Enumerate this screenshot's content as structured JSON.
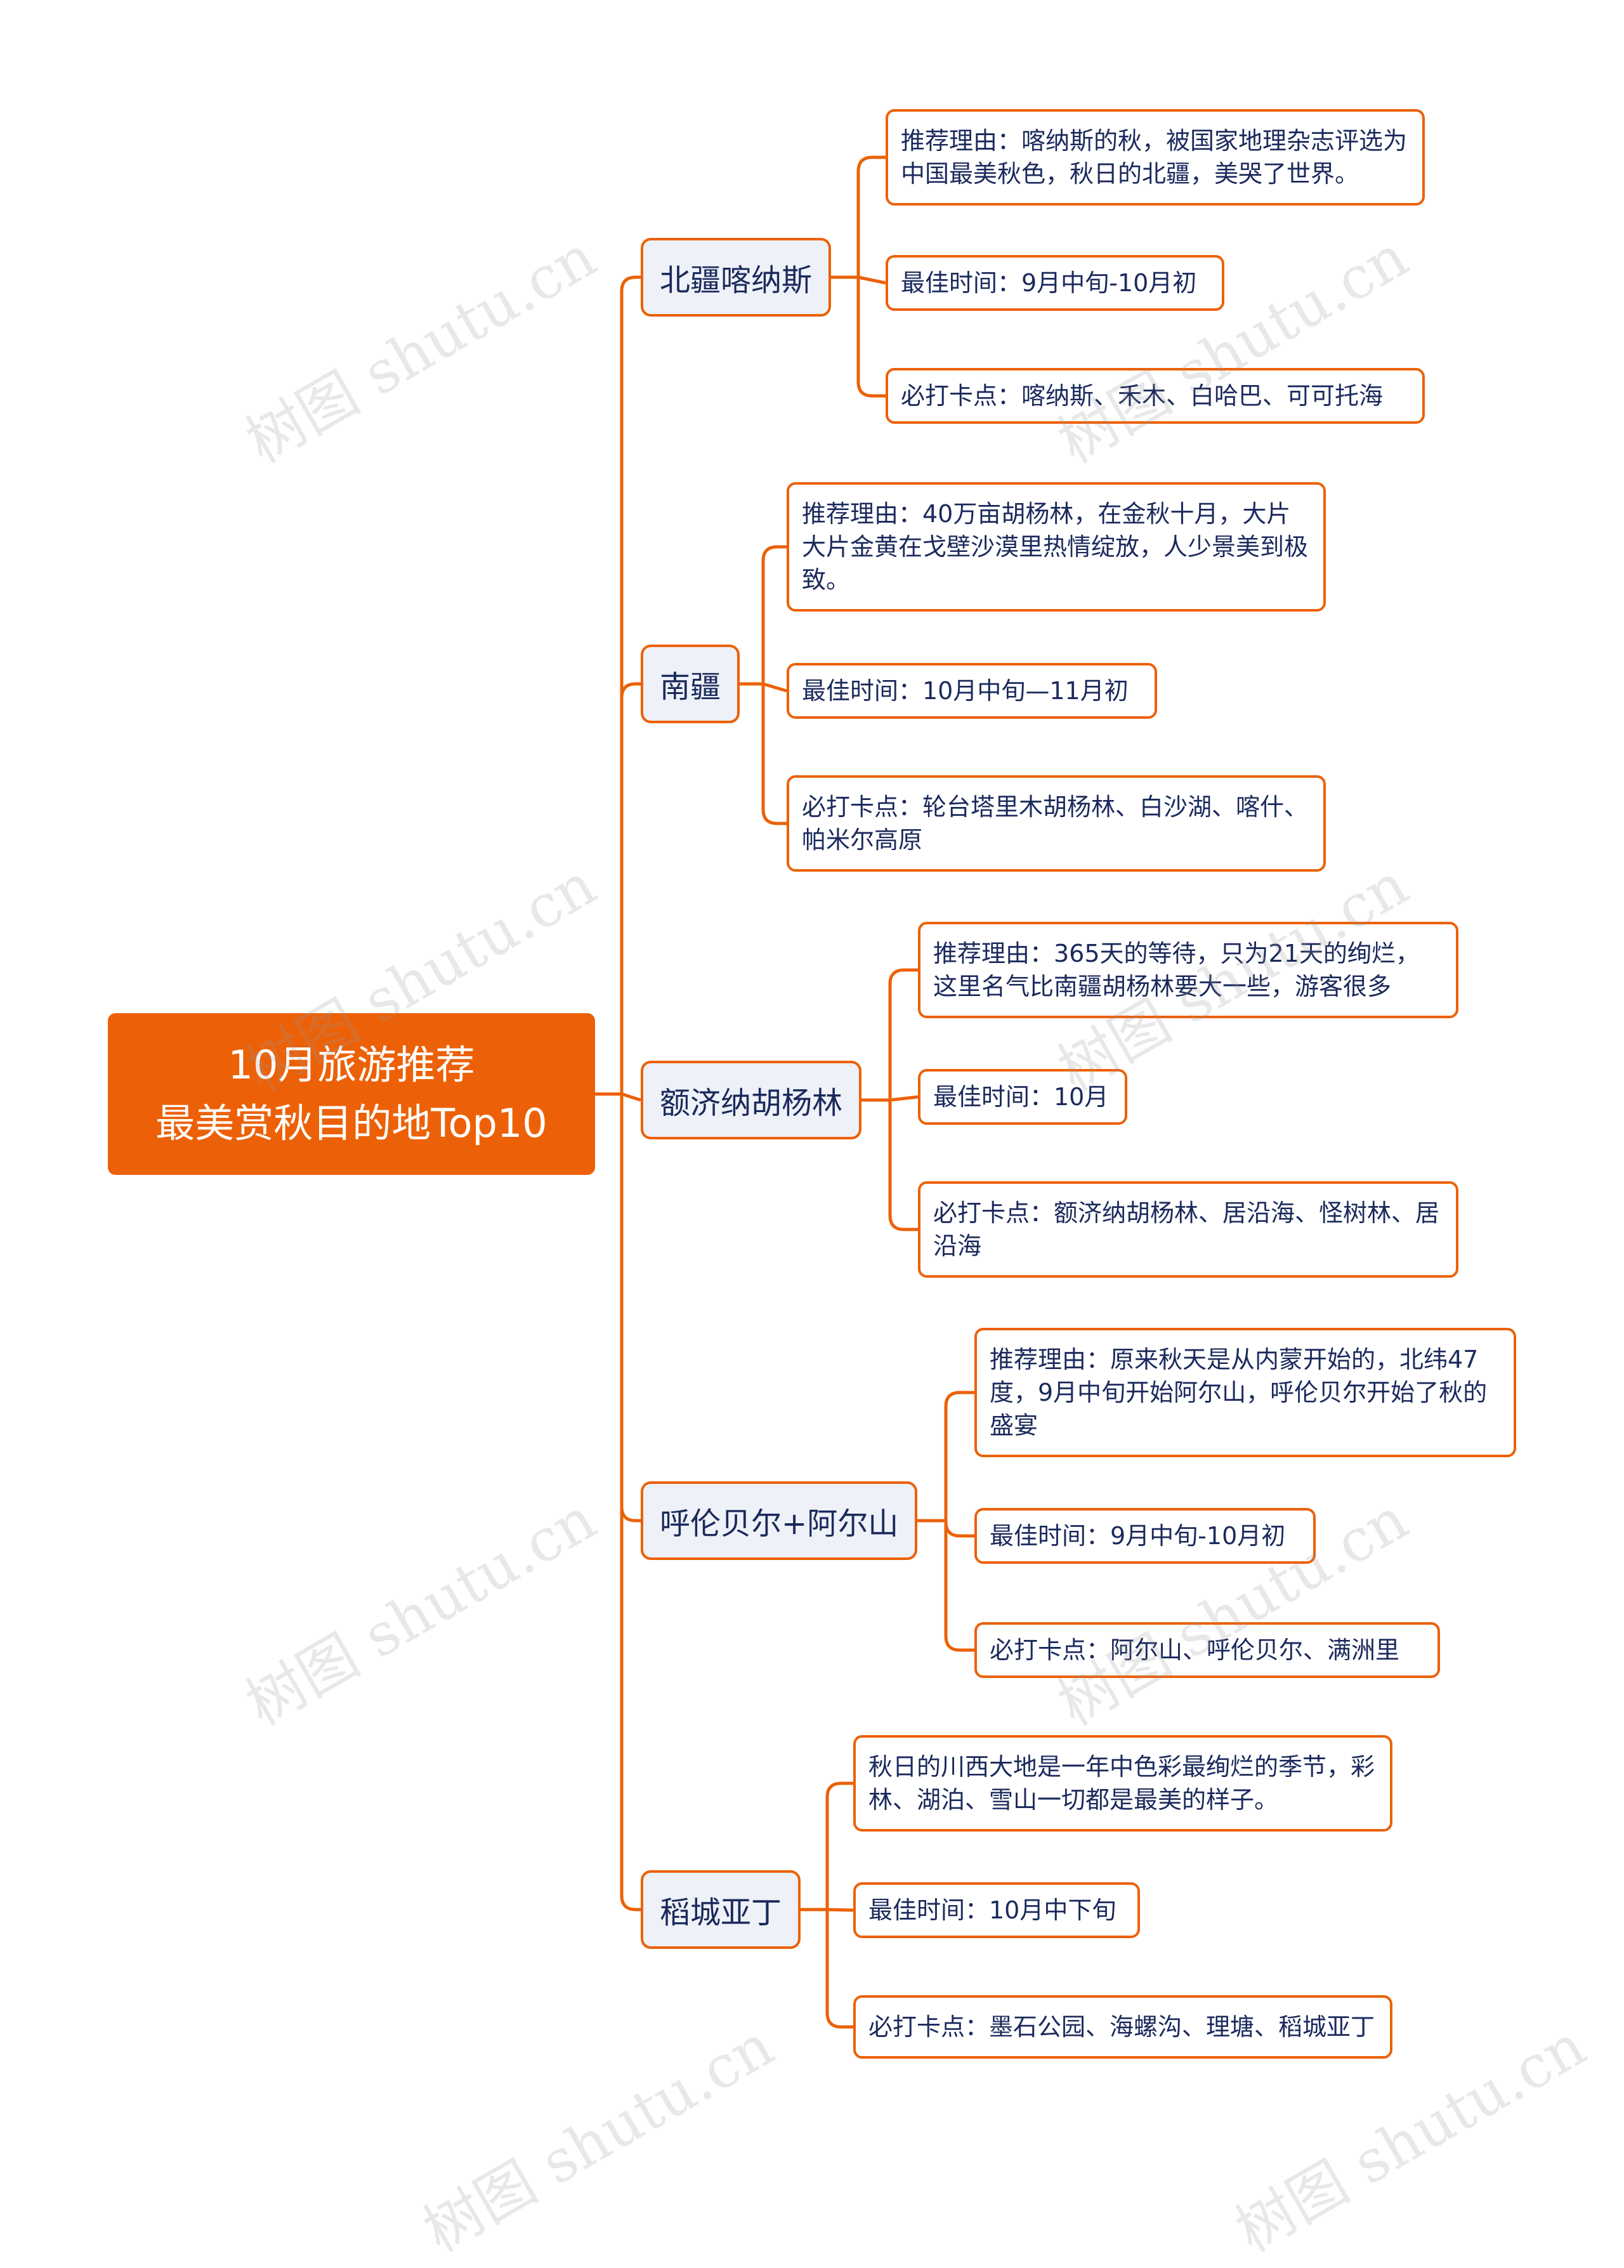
{
  "root": {
    "line1": "10月旅游推荐",
    "line2": "最美赏秋目的地Top10"
  },
  "watermark": "树图 shutu.cn",
  "colors": {
    "accent": "#ec6108",
    "branch_bg": "#eef1f7",
    "text": "#1b2a5c"
  },
  "branches": [
    {
      "title": "北疆喀纳斯",
      "leaves": [
        "推荐理由：喀纳斯的秋，被国家地理杂志评选为中国最美秋色，秋日的北疆，美哭了世界。",
        "最佳时间：9月中旬-10月初",
        "必打卡点：喀纳斯、禾木、白哈巴、可可托海"
      ]
    },
    {
      "title": "南疆",
      "leaves": [
        "推荐理由：40万亩胡杨林，在金秋十月，大片大片金黄在戈壁沙漠里热情绽放，人少景美到极致。",
        "最佳时间：10月中旬—11月初",
        "必打卡点：轮台塔里木胡杨林、白沙湖、喀什、帕米尔高原"
      ]
    },
    {
      "title": "额济纳胡杨林",
      "leaves": [
        "推荐理由：365天的等待，只为21天的绚烂，这里名气比南疆胡杨林要大一些，游客很多",
        "最佳时间：10月",
        "必打卡点：额济纳胡杨林、居沿海、怪树林、居沿海"
      ]
    },
    {
      "title": "呼伦贝尔+阿尔山",
      "leaves": [
        "推荐理由：原来秋天是从内蒙开始的，北纬47度，9月中旬开始阿尔山，呼伦贝尔开始了秋的盛宴",
        "最佳时间：9月中旬-10月初",
        "必打卡点：阿尔山、呼伦贝尔、满洲里"
      ]
    },
    {
      "title": "稻城亚丁",
      "leaves": [
        "秋日的川西大地是一年中色彩最绚烂的季节，彩林、湖泊、雪山一切都是最美的样子。",
        "最佳时间：10月中下旬",
        "必打卡点：墨石公园、海螺沟、理塘、稻城亚丁"
      ]
    }
  ]
}
